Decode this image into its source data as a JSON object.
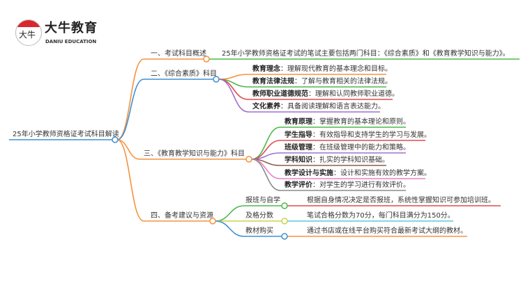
{
  "logo": {
    "name": "大牛教育",
    "sub": "DANIU EDUCATION",
    "glyph": "大牛"
  },
  "root": "25年小学教师资格证考试科目解读",
  "branches": [
    {
      "label": "一、考试科目概述",
      "children": [
        {
          "value": "25年小学教师资格证考试的笔试主要包括两门科目：《综合素质》和《教育教学知识与能力》。"
        }
      ]
    },
    {
      "label": "二、《综合素质》科目",
      "children": [
        {
          "key": "教育理念",
          "value": "：理解现代教育的基本理念和目标。"
        },
        {
          "key": "教育法律法规",
          "value": "：了解与教育相关的法律法规。"
        },
        {
          "key": "教师职业道德规范",
          "value": "：理解和认同教师职业道德。"
        },
        {
          "key": "文化素养",
          "value": "：具备阅读理解和语言表达能力。"
        }
      ]
    },
    {
      "label": "三、《教育教学知识与能力》科目",
      "children": [
        {
          "key": "教育原理",
          "value": "：掌握教育的基本理论和原则。"
        },
        {
          "key": "学生指导",
          "value": "：有效指导和支持学生的学习与发展。"
        },
        {
          "key": "班级管理",
          "value": "：在班级管理中的能力和策略。"
        },
        {
          "key": "学科知识",
          "value": "：扎实的学科知识基础。"
        },
        {
          "key": "教学设计与实施",
          "value": "：设计和实施有效的教学方案。"
        },
        {
          "key": "教学评价",
          "value": "：对学生的学习进行有效评价。"
        }
      ]
    },
    {
      "label": "四、备考建议与资源",
      "children": [
        {
          "label": "报班与自学",
          "value": "根据自身情况决定是否报班，系统性掌握知识可参加培训班。"
        },
        {
          "label": "及格分数",
          "value": "笔试合格分数为70分，每门科目满分为150分。"
        },
        {
          "label": "教材购买",
          "value": "通过书店或在线平台购买符合最新考试大纲的教材。"
        }
      ]
    }
  ],
  "colors": {
    "orange": "#f5923e",
    "blue": "#3f8fd2",
    "green": "#4cb84a",
    "red": "#e04a4e",
    "purple": "#a070d0",
    "brown": "#8d5f4c",
    "pink": "#e680cc",
    "gray": "#8a8a8a",
    "lime": "#c9d34c",
    "cyan": "#5cc6dc"
  }
}
